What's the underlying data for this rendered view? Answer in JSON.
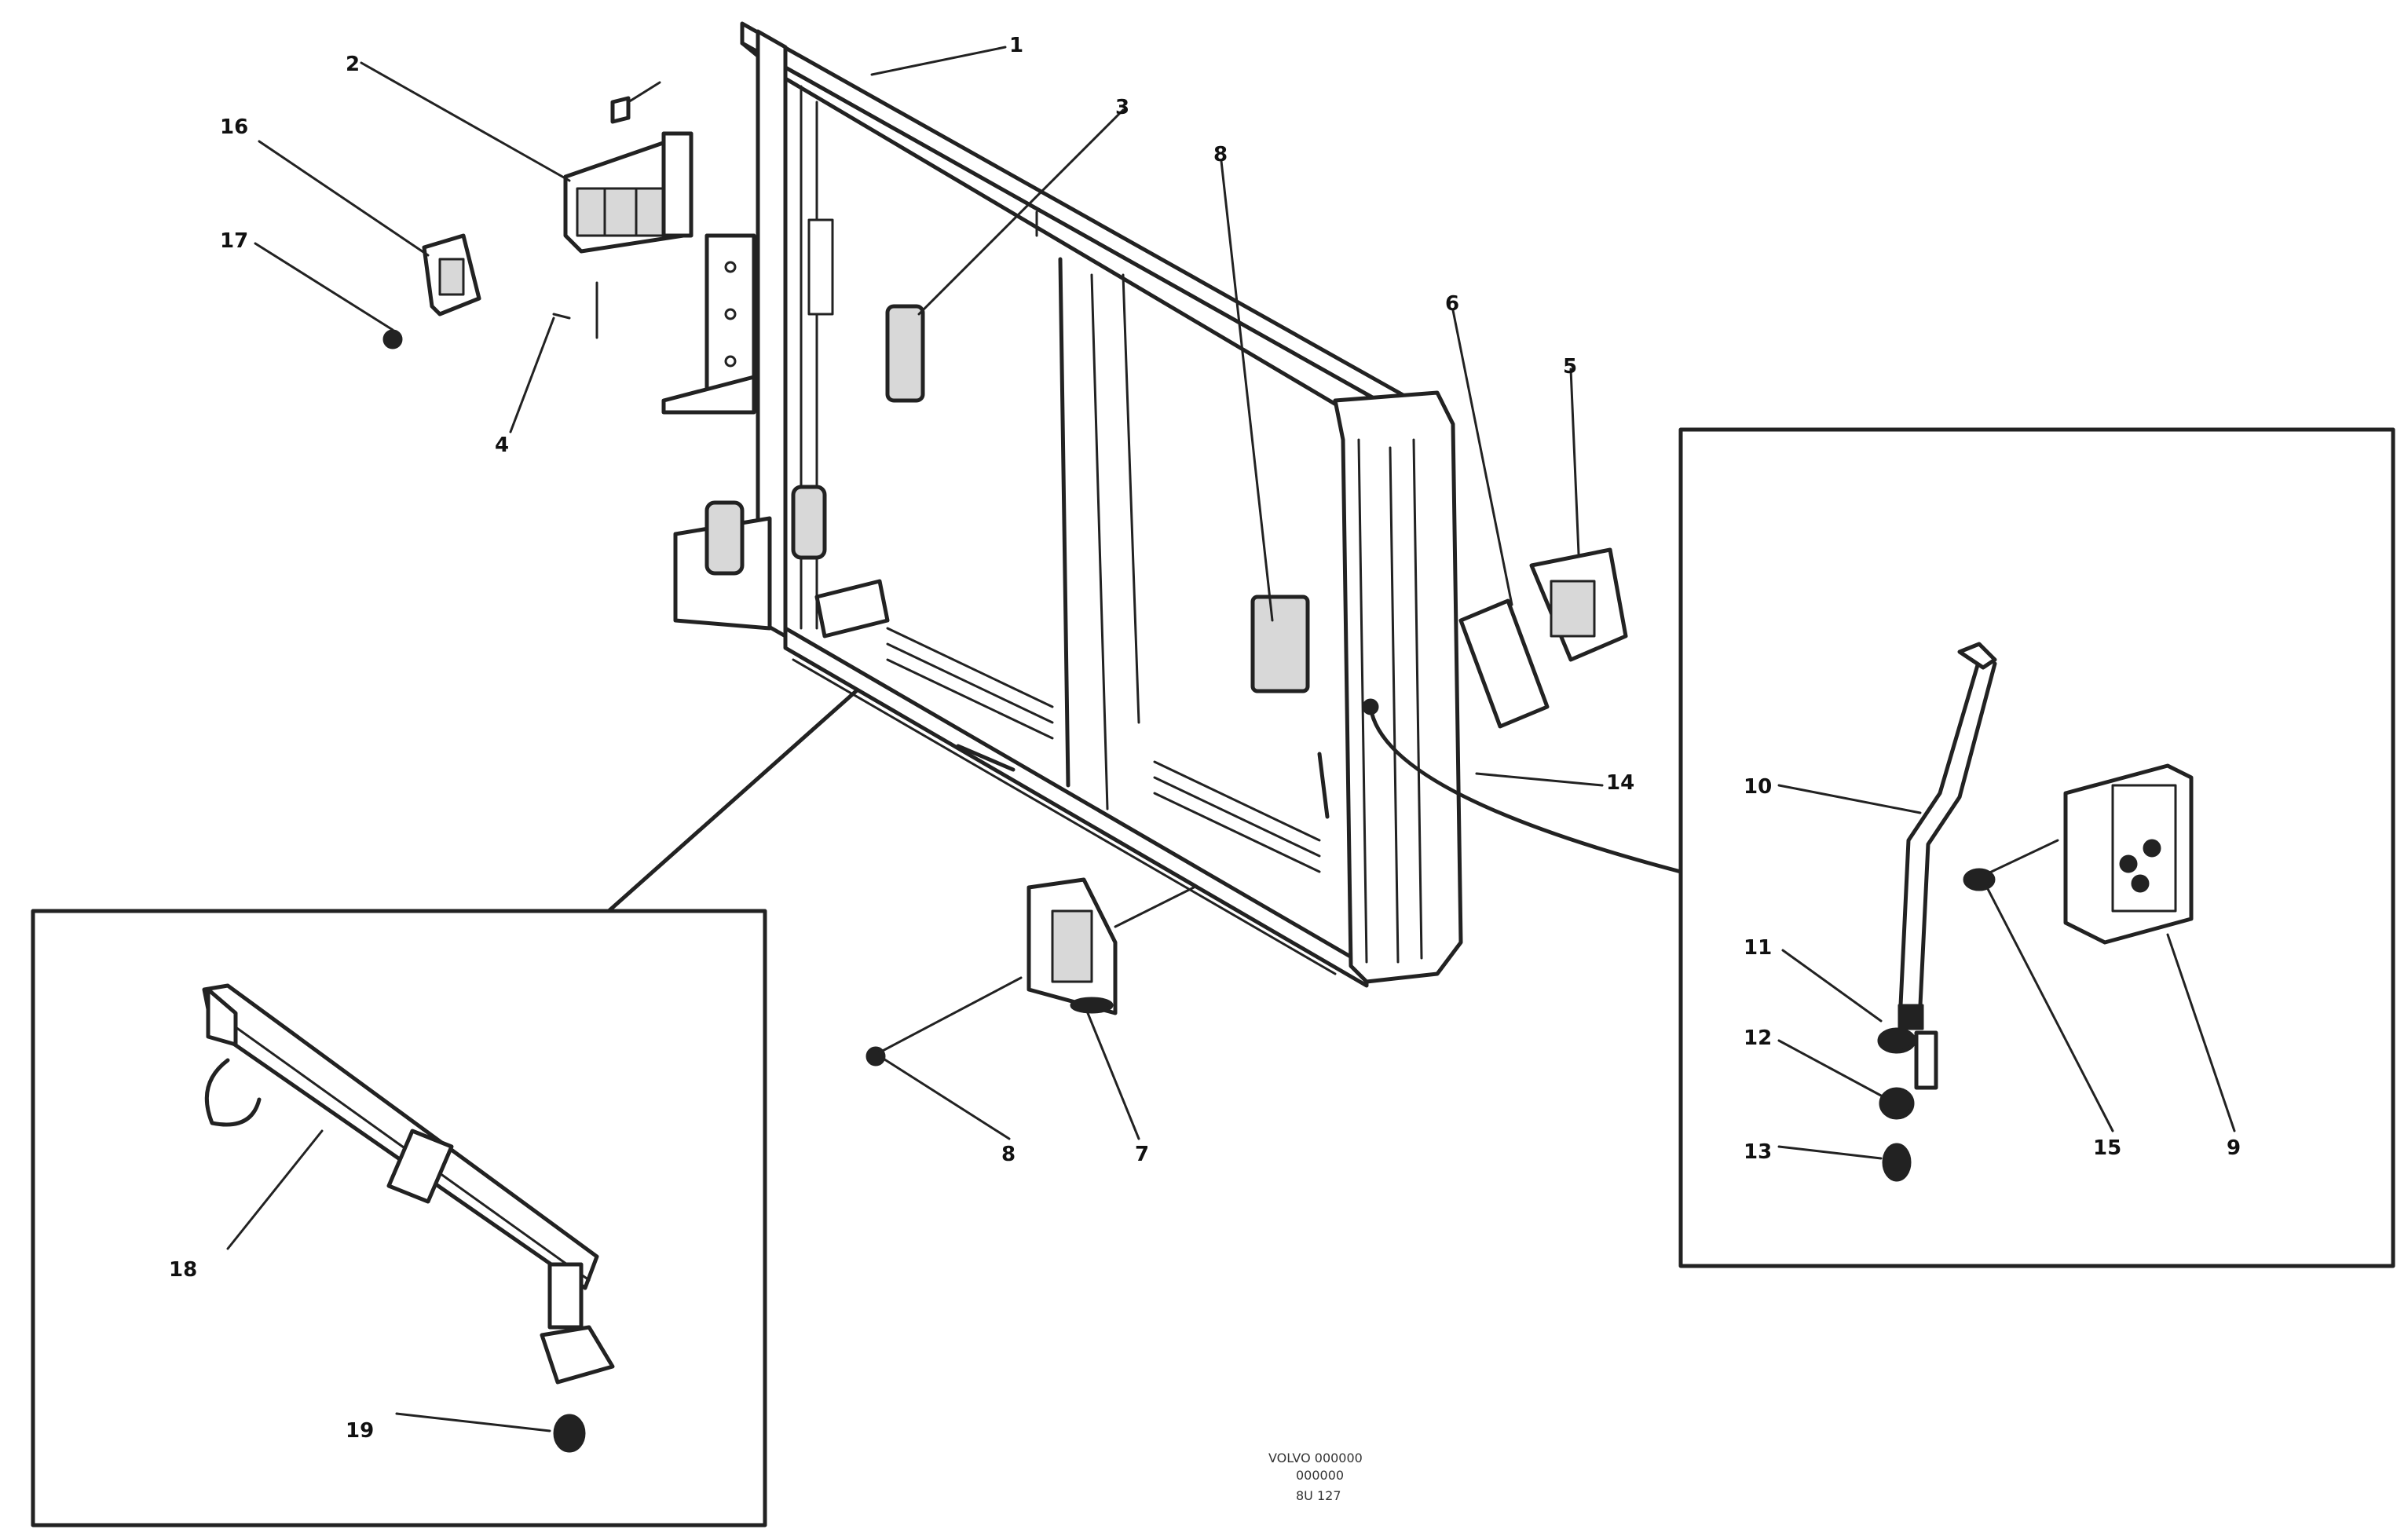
{
  "callouts": [
    "1",
    "2",
    "3",
    "4",
    "5",
    "6",
    "7",
    "8",
    "9",
    "10",
    "11",
    "12",
    "13",
    "14",
    "15",
    "16",
    "17",
    "18",
    "19"
  ],
  "footer": {
    "line1": "VOLVO 000000",
    "line2": "000000",
    "line3": "8U 127"
  }
}
